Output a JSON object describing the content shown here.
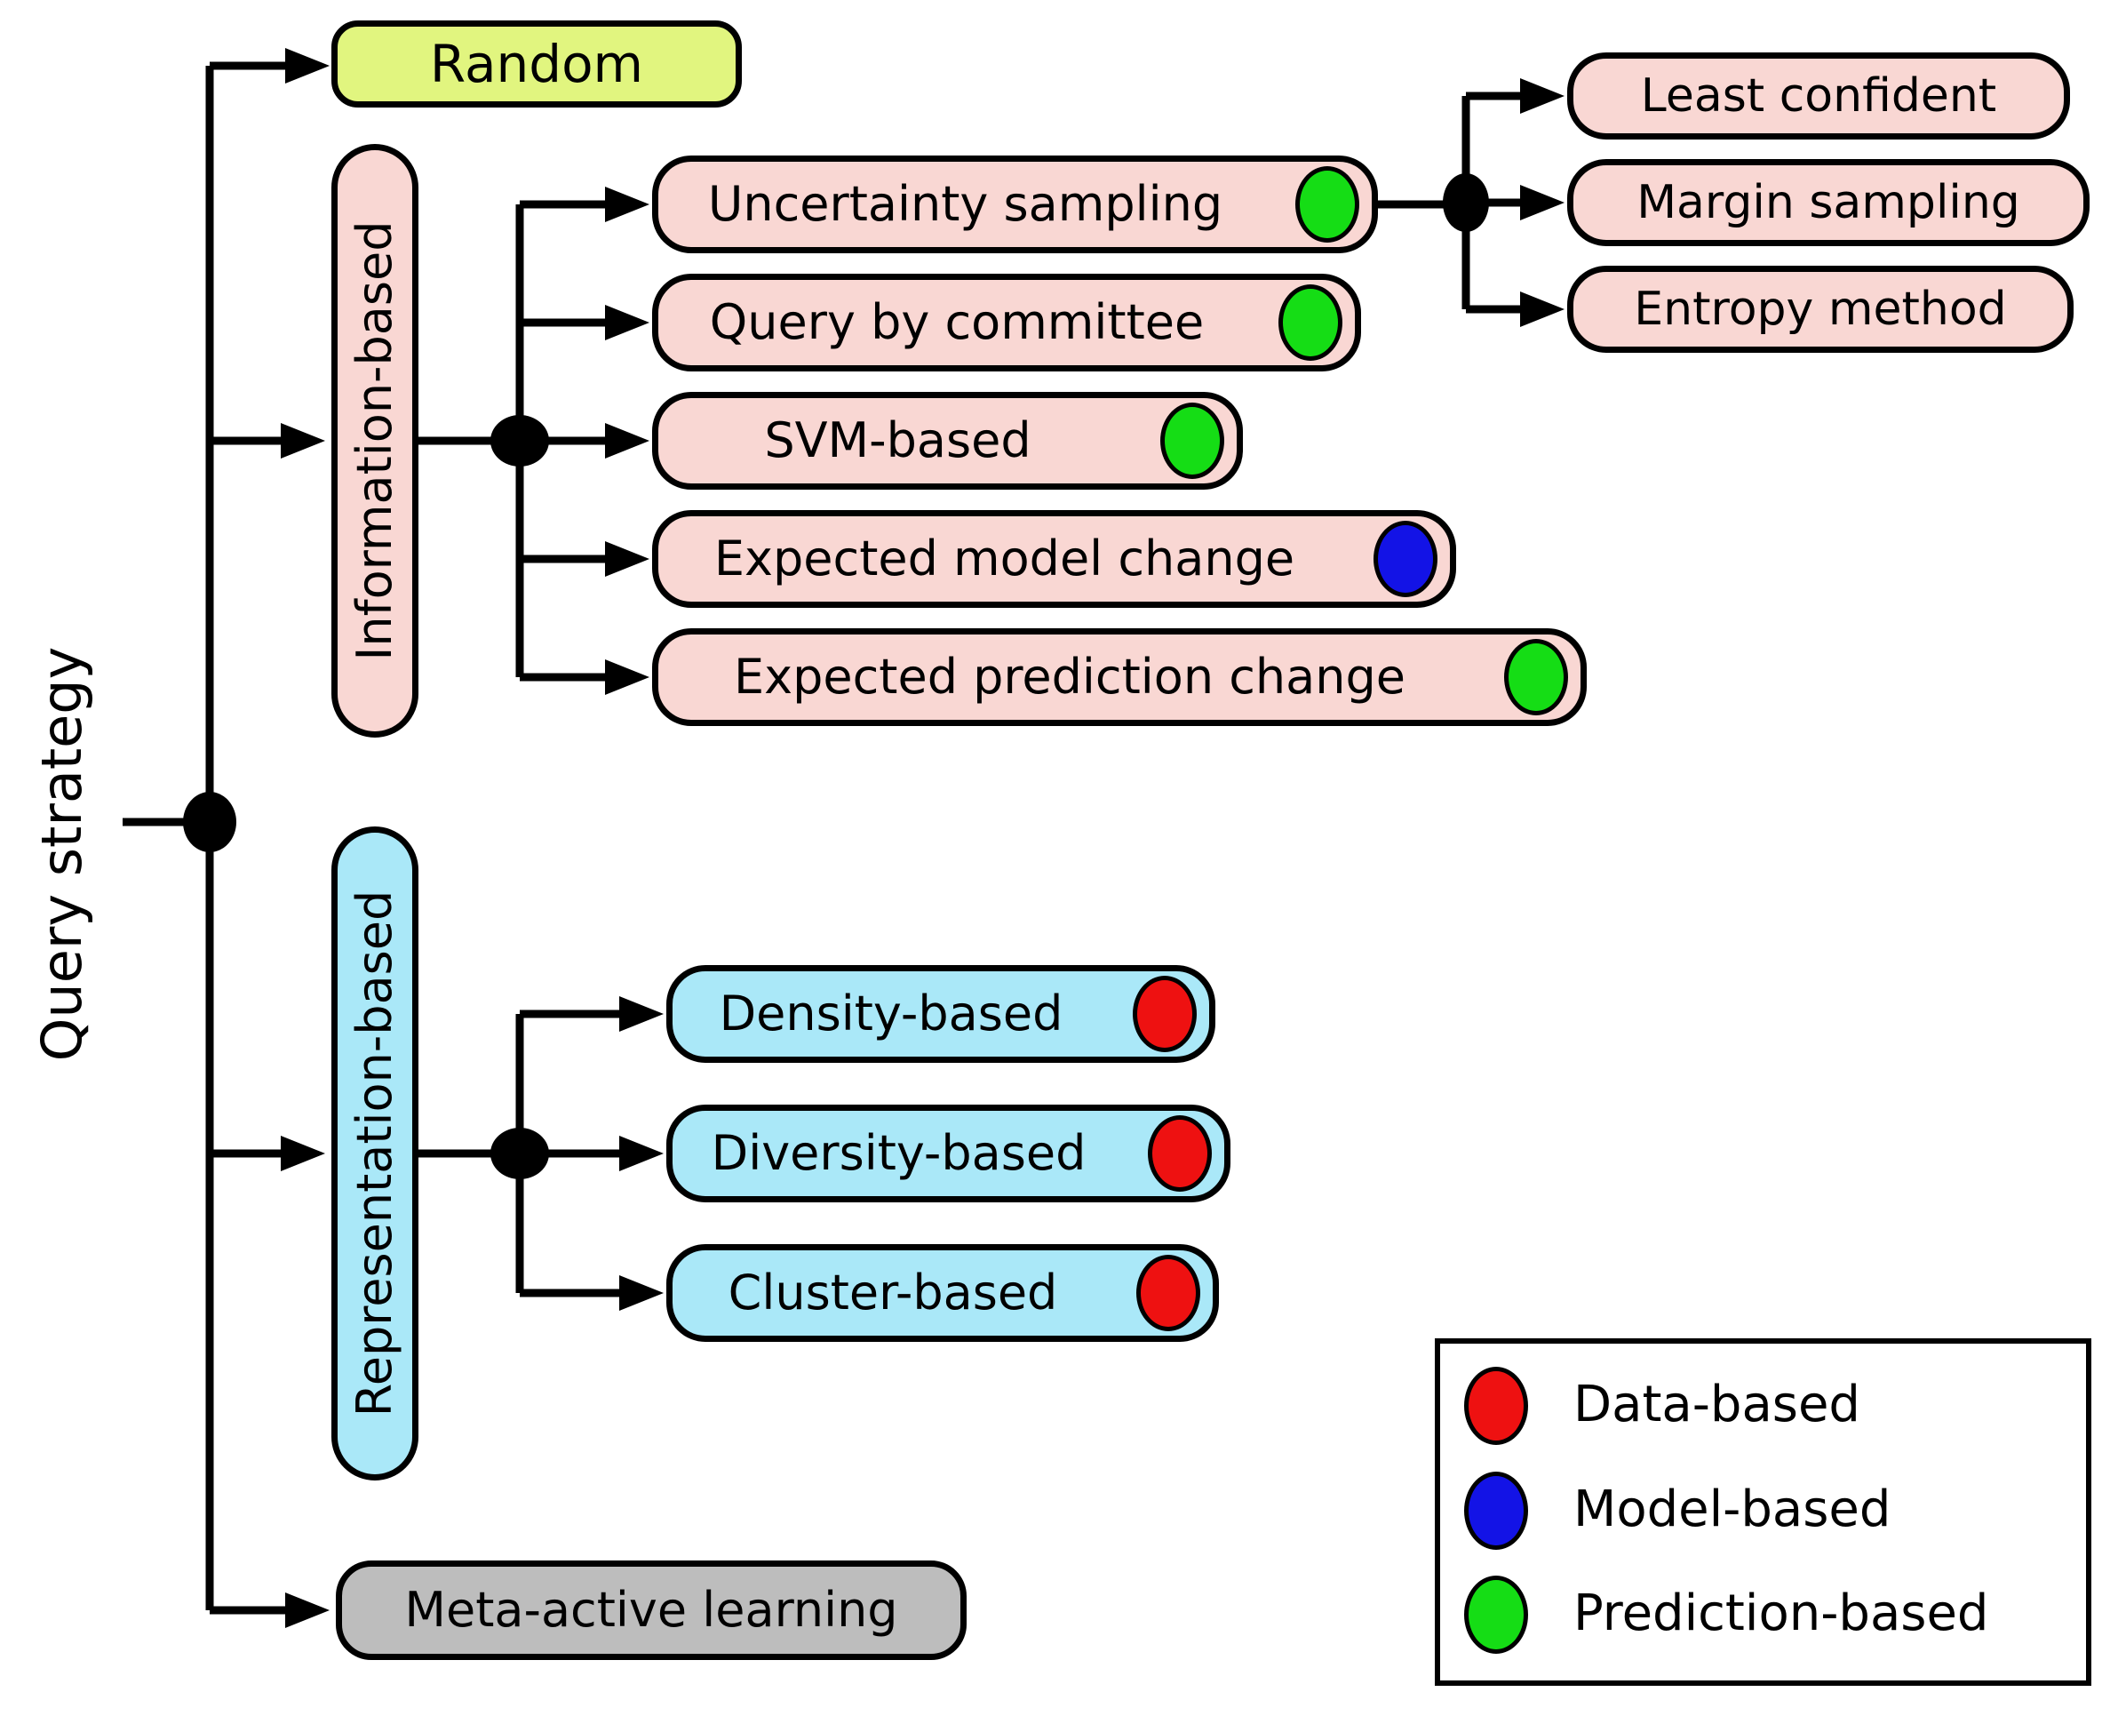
{
  "root_label": "Query strategy",
  "tree": {
    "random": {
      "label": "Random"
    },
    "information_based": {
      "label": "Information-based",
      "children": {
        "uncertainty_sampling": {
          "label": "Uncertainty sampling",
          "indicator": "Prediction-based",
          "children": {
            "least_confident": {
              "label": "Least confident"
            },
            "margin_sampling": {
              "label": "Margin sampling"
            },
            "entropy_method": {
              "label": "Entropy method"
            }
          }
        },
        "query_by_committee": {
          "label": "Query by committee",
          "indicator": "Prediction-based"
        },
        "svm_based": {
          "label": "SVM-based",
          "indicator": "Prediction-based"
        },
        "expected_model_change": {
          "label": "Expected model change",
          "indicator": "Model-based"
        },
        "expected_prediction_change": {
          "label": "Expected prediction change",
          "indicator": "Prediction-based"
        }
      }
    },
    "representation_based": {
      "label": "Representation-based",
      "children": {
        "density_based": {
          "label": "Density-based",
          "indicator": "Data-based"
        },
        "diversity_based": {
          "label": "Diversity-based",
          "indicator": "Data-based"
        },
        "cluster_based": {
          "label": "Cluster-based",
          "indicator": "Data-based"
        }
      }
    },
    "meta_active_learning": {
      "label": "Meta-active learning"
    }
  },
  "legend": {
    "items": [
      {
        "label": "Data-based",
        "color": "#ee1111"
      },
      {
        "label": "Model-based",
        "color": "#1313e6"
      },
      {
        "label": "Prediction-based",
        "color": "#15dd15"
      }
    ]
  },
  "colors": {
    "random_fill": "#e1f57f",
    "information_fill": "#f9d7d3",
    "representation_fill": "#aae8f8",
    "meta_fill": "#bdbdbd",
    "connector": "#000000"
  }
}
